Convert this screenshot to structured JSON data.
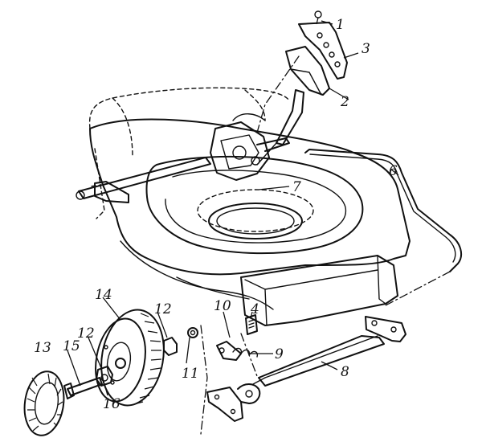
{
  "callouts": [
    {
      "id": "c1",
      "label": "1"
    },
    {
      "id": "c2",
      "label": "2"
    },
    {
      "id": "c3",
      "label": "3"
    },
    {
      "id": "c4",
      "label": "4"
    },
    {
      "id": "c6",
      "label": "6"
    },
    {
      "id": "c7",
      "label": "7"
    },
    {
      "id": "c8",
      "label": "8"
    },
    {
      "id": "c9",
      "label": "9"
    },
    {
      "id": "c10",
      "label": "10"
    },
    {
      "id": "c11",
      "label": "11"
    },
    {
      "id": "c12a",
      "label": "12"
    },
    {
      "id": "c12b",
      "label": "12"
    },
    {
      "id": "c13",
      "label": "13"
    },
    {
      "id": "c14",
      "label": "14"
    },
    {
      "id": "c15",
      "label": "15"
    },
    {
      "id": "c16",
      "label": "16"
    }
  ],
  "colors": {
    "ink": "#111111",
    "paper": "#ffffff"
  }
}
